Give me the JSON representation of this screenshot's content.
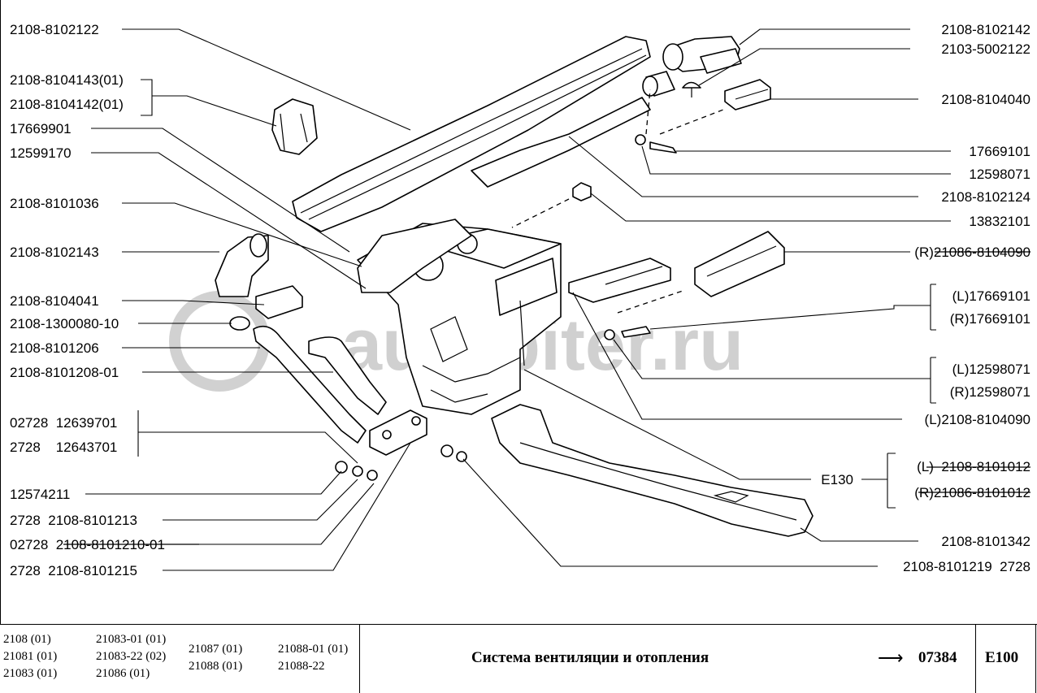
{
  "watermark": "autopiter.ru",
  "labels_left": [
    "2108-8102122",
    "2108-8104143(01)",
    "2108-8104142(01)",
    "17669901",
    "12599170",
    "2108-8101036",
    "2108-8102143",
    "2108-8104041",
    "2108-1300080-10",
    "2108-8101206",
    "2108-8101208-01",
    "02728  12639701",
    "2728    12643701",
    "12574211",
    "2728  2108-8101213",
    "02728  2108-8101210-01",
    "2728  2108-8101215"
  ],
  "labels_right": [
    "2108-8102142",
    "2103-5002122",
    "2108-8104040",
    "17669101",
    "12598071",
    "2108-8102124",
    "13832101",
    "(R)21086-8104090",
    "(L)17669101",
    "(R)17669101",
    "(L)12598071",
    "(R)12598071",
    "(L)2108-8104090",
    "E130",
    "(L)  2108-8101012",
    "(R)21086-8101012",
    "2108-8101342",
    "2108-8101219  2728"
  ],
  "footer": {
    "models_col1": [
      "2108 (01)",
      "21081 (01)",
      "21083 (01)"
    ],
    "models_col2": [
      "21083-01 (01)",
      "21083-22 (02)",
      "21086 (01)"
    ],
    "models_col3": [
      "21087 (01)",
      "21088 (01)"
    ],
    "models_col4": [
      "21088-01 (01)",
      "21088-22"
    ],
    "title": "Система вентиляции и отопления",
    "arrow": "⟶",
    "ref": "07384",
    "code": "E100"
  }
}
